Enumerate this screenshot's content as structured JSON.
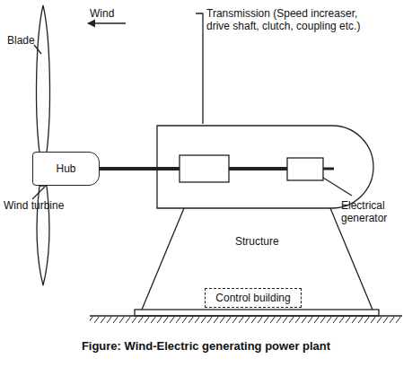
{
  "diagram": {
    "caption": "Figure: Wind-Electric generating power plant",
    "nodes": [
      {
        "text": [
          "Hub"
        ]
      },
      {
        "text": [
          "Control building"
        ]
      }
    ],
    "labels": [
      "Blade",
      "Wind",
      "Wind turbine",
      "Transmission (Speed increaser, drive shaft, clutch, coupling etc.)",
      "Electrical generator",
      "Structure"
    ]
  }
}
